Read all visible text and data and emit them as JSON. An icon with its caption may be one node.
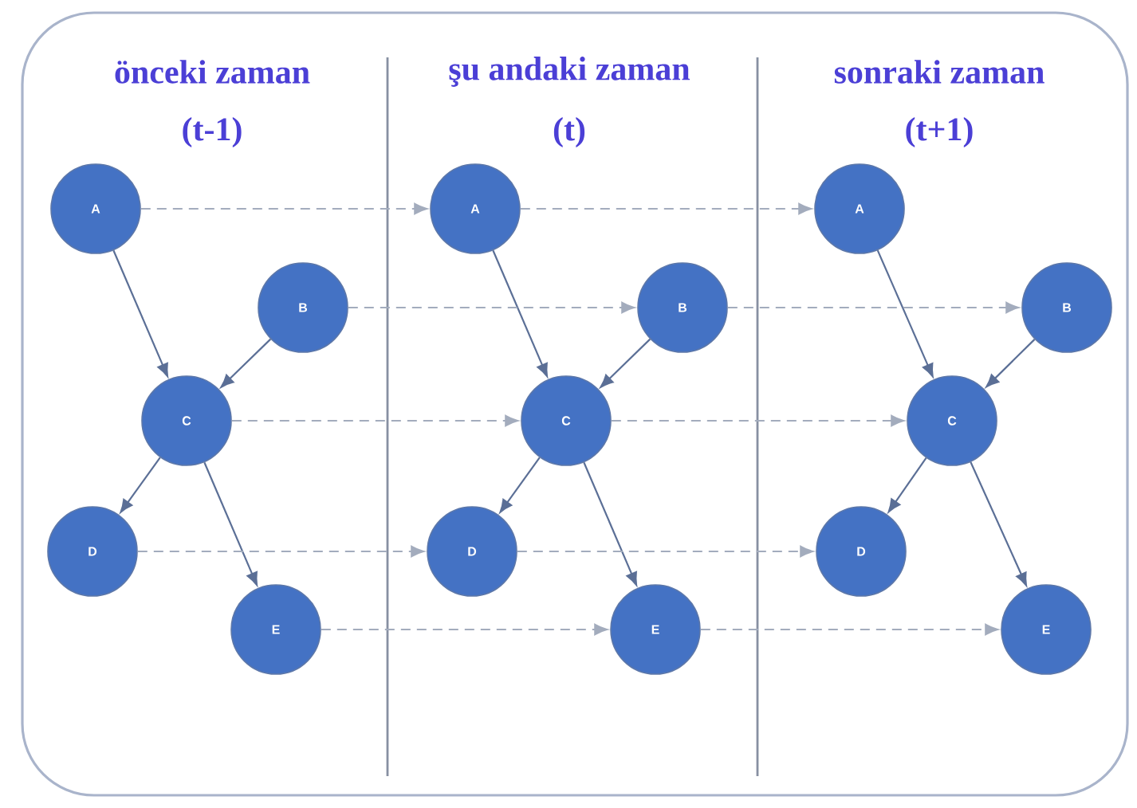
{
  "diagram": {
    "nodes": [
      {
        "text": [
          "A"
        ]
      },
      {
        "text": [
          "B"
        ]
      },
      {
        "text": [
          "C"
        ]
      },
      {
        "text": [
          "D"
        ]
      },
      {
        "text": [
          "E"
        ]
      },
      {
        "text": [
          "A"
        ]
      },
      {
        "text": [
          "B"
        ]
      },
      {
        "text": [
          "C"
        ]
      },
      {
        "text": [
          "D"
        ]
      },
      {
        "text": [
          "E"
        ]
      },
      {
        "text": [
          "A"
        ]
      },
      {
        "text": [
          "B"
        ]
      },
      {
        "text": [
          "C"
        ]
      },
      {
        "text": [
          "D"
        ]
      },
      {
        "text": [
          "E"
        ]
      }
    ],
    "edges": [
      {
        "from": 0,
        "to": 2,
        "arrow": "to"
      },
      {
        "from": 1,
        "to": 2,
        "arrow": "to"
      },
      {
        "from": 2,
        "to": 3,
        "arrow": "to"
      },
      {
        "from": 2,
        "to": 4,
        "arrow": "to"
      },
      {
        "from": 5,
        "to": 7,
        "arrow": "to"
      },
      {
        "from": 6,
        "to": 7,
        "arrow": "to"
      },
      {
        "from": 7,
        "to": 8,
        "arrow": "to"
      },
      {
        "from": 7,
        "to": 9,
        "arrow": "to"
      },
      {
        "from": 10,
        "to": 12,
        "arrow": "to"
      },
      {
        "from": 11,
        "to": 12,
        "arrow": "to"
      },
      {
        "from": 12,
        "to": 13,
        "arrow": "to"
      },
      {
        "from": 12,
        "to": 14,
        "arrow": "to"
      },
      {
        "from": 0,
        "to": 5,
        "arrow": "to",
        "style": "dashed",
        "color": "#a3acbd"
      },
      {
        "from": 1,
        "to": 6,
        "arrow": "to",
        "style": "dashed",
        "color": "#a3acbd"
      },
      {
        "from": 2,
        "to": 7,
        "arrow": "to",
        "style": "dashed",
        "color": "#a3acbd"
      },
      {
        "from": 3,
        "to": 8,
        "arrow": "to",
        "style": "dashed",
        "color": "#a3acbd"
      },
      {
        "from": 4,
        "to": 9,
        "arrow": "to",
        "style": "dashed",
        "color": "#a3acbd"
      },
      {
        "from": 5,
        "to": 10,
        "arrow": "to",
        "style": "dashed",
        "color": "#a3acbd"
      },
      {
        "from": 6,
        "to": 11,
        "arrow": "to",
        "style": "dashed",
        "color": "#a3acbd"
      },
      {
        "from": 7,
        "to": 12,
        "arrow": "to",
        "style": "dashed",
        "color": "#a3acbd"
      },
      {
        "from": 8,
        "to": 13,
        "arrow": "to",
        "style": "dashed",
        "color": "#a3acbd"
      },
      {
        "from": 9,
        "to": 14,
        "arrow": "to",
        "style": "dashed",
        "color": "#a3acbd"
      }
    ],
    "labels": [
      "önceki zaman",
      "(t-1)",
      "şu andaki zaman",
      "(t)",
      "sonraki zaman",
      "(t+1)"
    ]
  }
}
